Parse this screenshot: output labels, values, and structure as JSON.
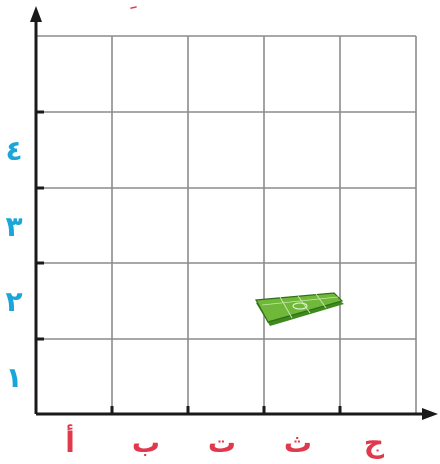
{
  "grid": {
    "columns": 5,
    "rows": 5,
    "column_labels": [
      "أ",
      "ب",
      "ت",
      "ث",
      "ج"
    ],
    "row_labels": [
      "١",
      "٢",
      "٣",
      "٤"
    ],
    "top_partial_label": "ِ"
  },
  "field_item": {
    "icon": "soccer-field-icon",
    "column": "ث",
    "row": "٢"
  },
  "colors": {
    "grid_line": "#8c8c8c",
    "axis": "#1a1a1a",
    "row_label": "#1aa6d8",
    "column_label": "#e0394e",
    "field_green": "#6fb83a",
    "field_dark": "#3f8a1f"
  }
}
